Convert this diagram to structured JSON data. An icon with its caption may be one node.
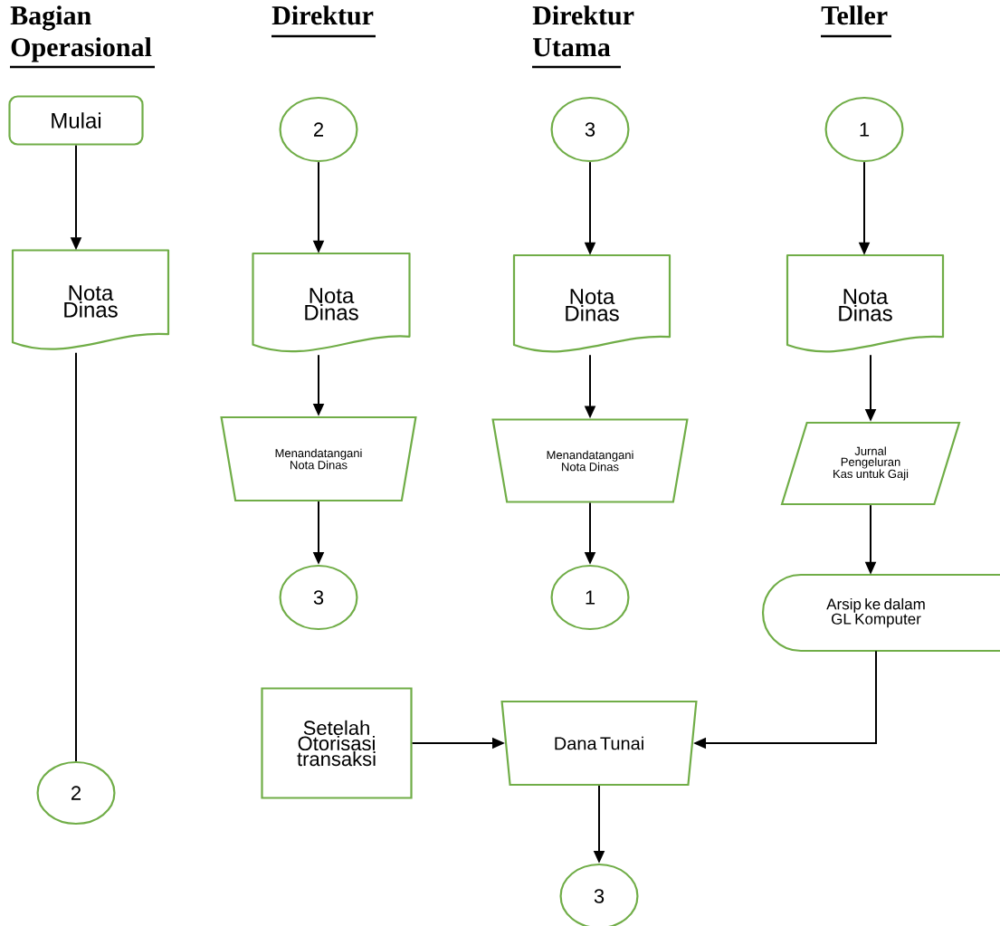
{
  "diagram": {
    "nodes": [
      {
        "text": [
          "Mulai"
        ]
      },
      {
        "text": [
          "Nota Dinas"
        ]
      },
      {
        "text": [
          "2"
        ]
      },
      {
        "text": [
          "2"
        ]
      },
      {
        "text": [
          "Nota Dinas"
        ]
      },
      {
        "text": [
          "Menandatangani Nota Dinas"
        ]
      },
      {
        "text": [
          "3"
        ]
      },
      {
        "text": [
          "3"
        ]
      },
      {
        "text": [
          "Nota Dinas"
        ]
      },
      {
        "text": [
          "Menandatangani Nota Dinas"
        ]
      },
      {
        "text": [
          "1"
        ]
      },
      {
        "text": [
          "1"
        ]
      },
      {
        "text": [
          "Nota Dinas"
        ]
      },
      {
        "text": [
          "Jurnal Pengeluran Kas untuk Gaji"
        ]
      },
      {
        "text": [
          "Arsip ke dalam GL Komputer"
        ]
      },
      {
        "text": [
          "Setelah Otorisasi transaksi"
        ]
      },
      {
        "text": [
          "Dana Tunai"
        ]
      },
      {
        "text": [
          "3"
        ]
      }
    ],
    "edges": [
      {
        "from": 0,
        "to": 1,
        "arrow": "to"
      },
      {
        "from": 1,
        "to": 2,
        "arrow": "none"
      },
      {
        "from": 3,
        "to": 4,
        "arrow": "to"
      },
      {
        "from": 4,
        "to": 5,
        "arrow": "to"
      },
      {
        "from": 5,
        "to": 6,
        "arrow": "to"
      },
      {
        "from": 7,
        "to": 8,
        "arrow": "to"
      },
      {
        "from": 8,
        "to": 9,
        "arrow": "to"
      },
      {
        "from": 9,
        "to": 10,
        "arrow": "to"
      },
      {
        "from": 11,
        "to": 12,
        "arrow": "to"
      },
      {
        "from": 12,
        "to": 13,
        "arrow": "to"
      },
      {
        "from": 13,
        "to": 14,
        "arrow": "to"
      },
      {
        "from": 15,
        "to": 16,
        "arrow": "to"
      },
      {
        "from": 14,
        "to": 16,
        "arrow": "to"
      },
      {
        "from": 16,
        "to": 17,
        "arrow": "to"
      }
    ],
    "labels": [
      "Bagian Operasional",
      "Direktur",
      "Direktur Utama",
      "Teller"
    ]
  }
}
